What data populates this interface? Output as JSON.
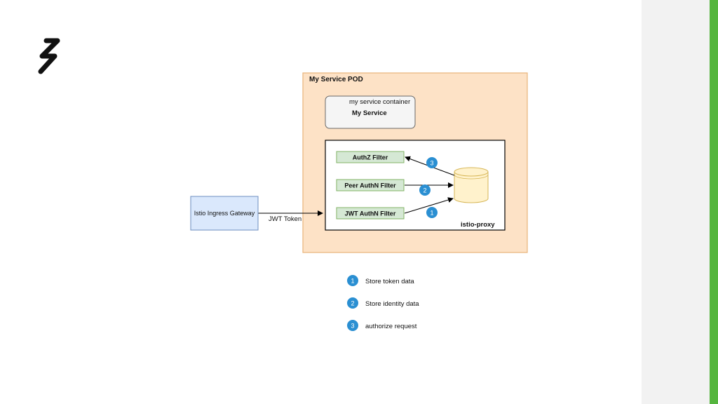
{
  "logo": {
    "icon": "lightning-zigzag-icon"
  },
  "diagram": {
    "pod_label": "My Service POD",
    "container": {
      "line1": "my service container",
      "line2": "My Service"
    },
    "filters": {
      "authz": "AuthZ Filter",
      "peer_authn": "Peer AuthN Filter",
      "jwt_authn": "JWT AuthN Filter"
    },
    "proxy_label": "istio-proxy",
    "gateway_label": "Istio Ingress Gateway",
    "edge_label": "JWT Token",
    "step_badges": [
      "1",
      "2",
      "3"
    ]
  },
  "legend": [
    {
      "num": "1",
      "text": "Store token data"
    },
    {
      "num": "2",
      "text": "Store identity data"
    },
    {
      "num": "3",
      "text": "authorize request"
    }
  ],
  "colors": {
    "pod_fill": "#fde2c6",
    "pod_border": "#e8b37a",
    "filter_fill": "#d5e8d4",
    "filter_border": "#82b366",
    "gateway_fill": "#dae8fc",
    "gateway_border": "#6c8ebf",
    "badge": "#2a8fd2",
    "accent": "#55b53e",
    "db_fill": "#fff2cc",
    "db_border": "#d6b656"
  }
}
